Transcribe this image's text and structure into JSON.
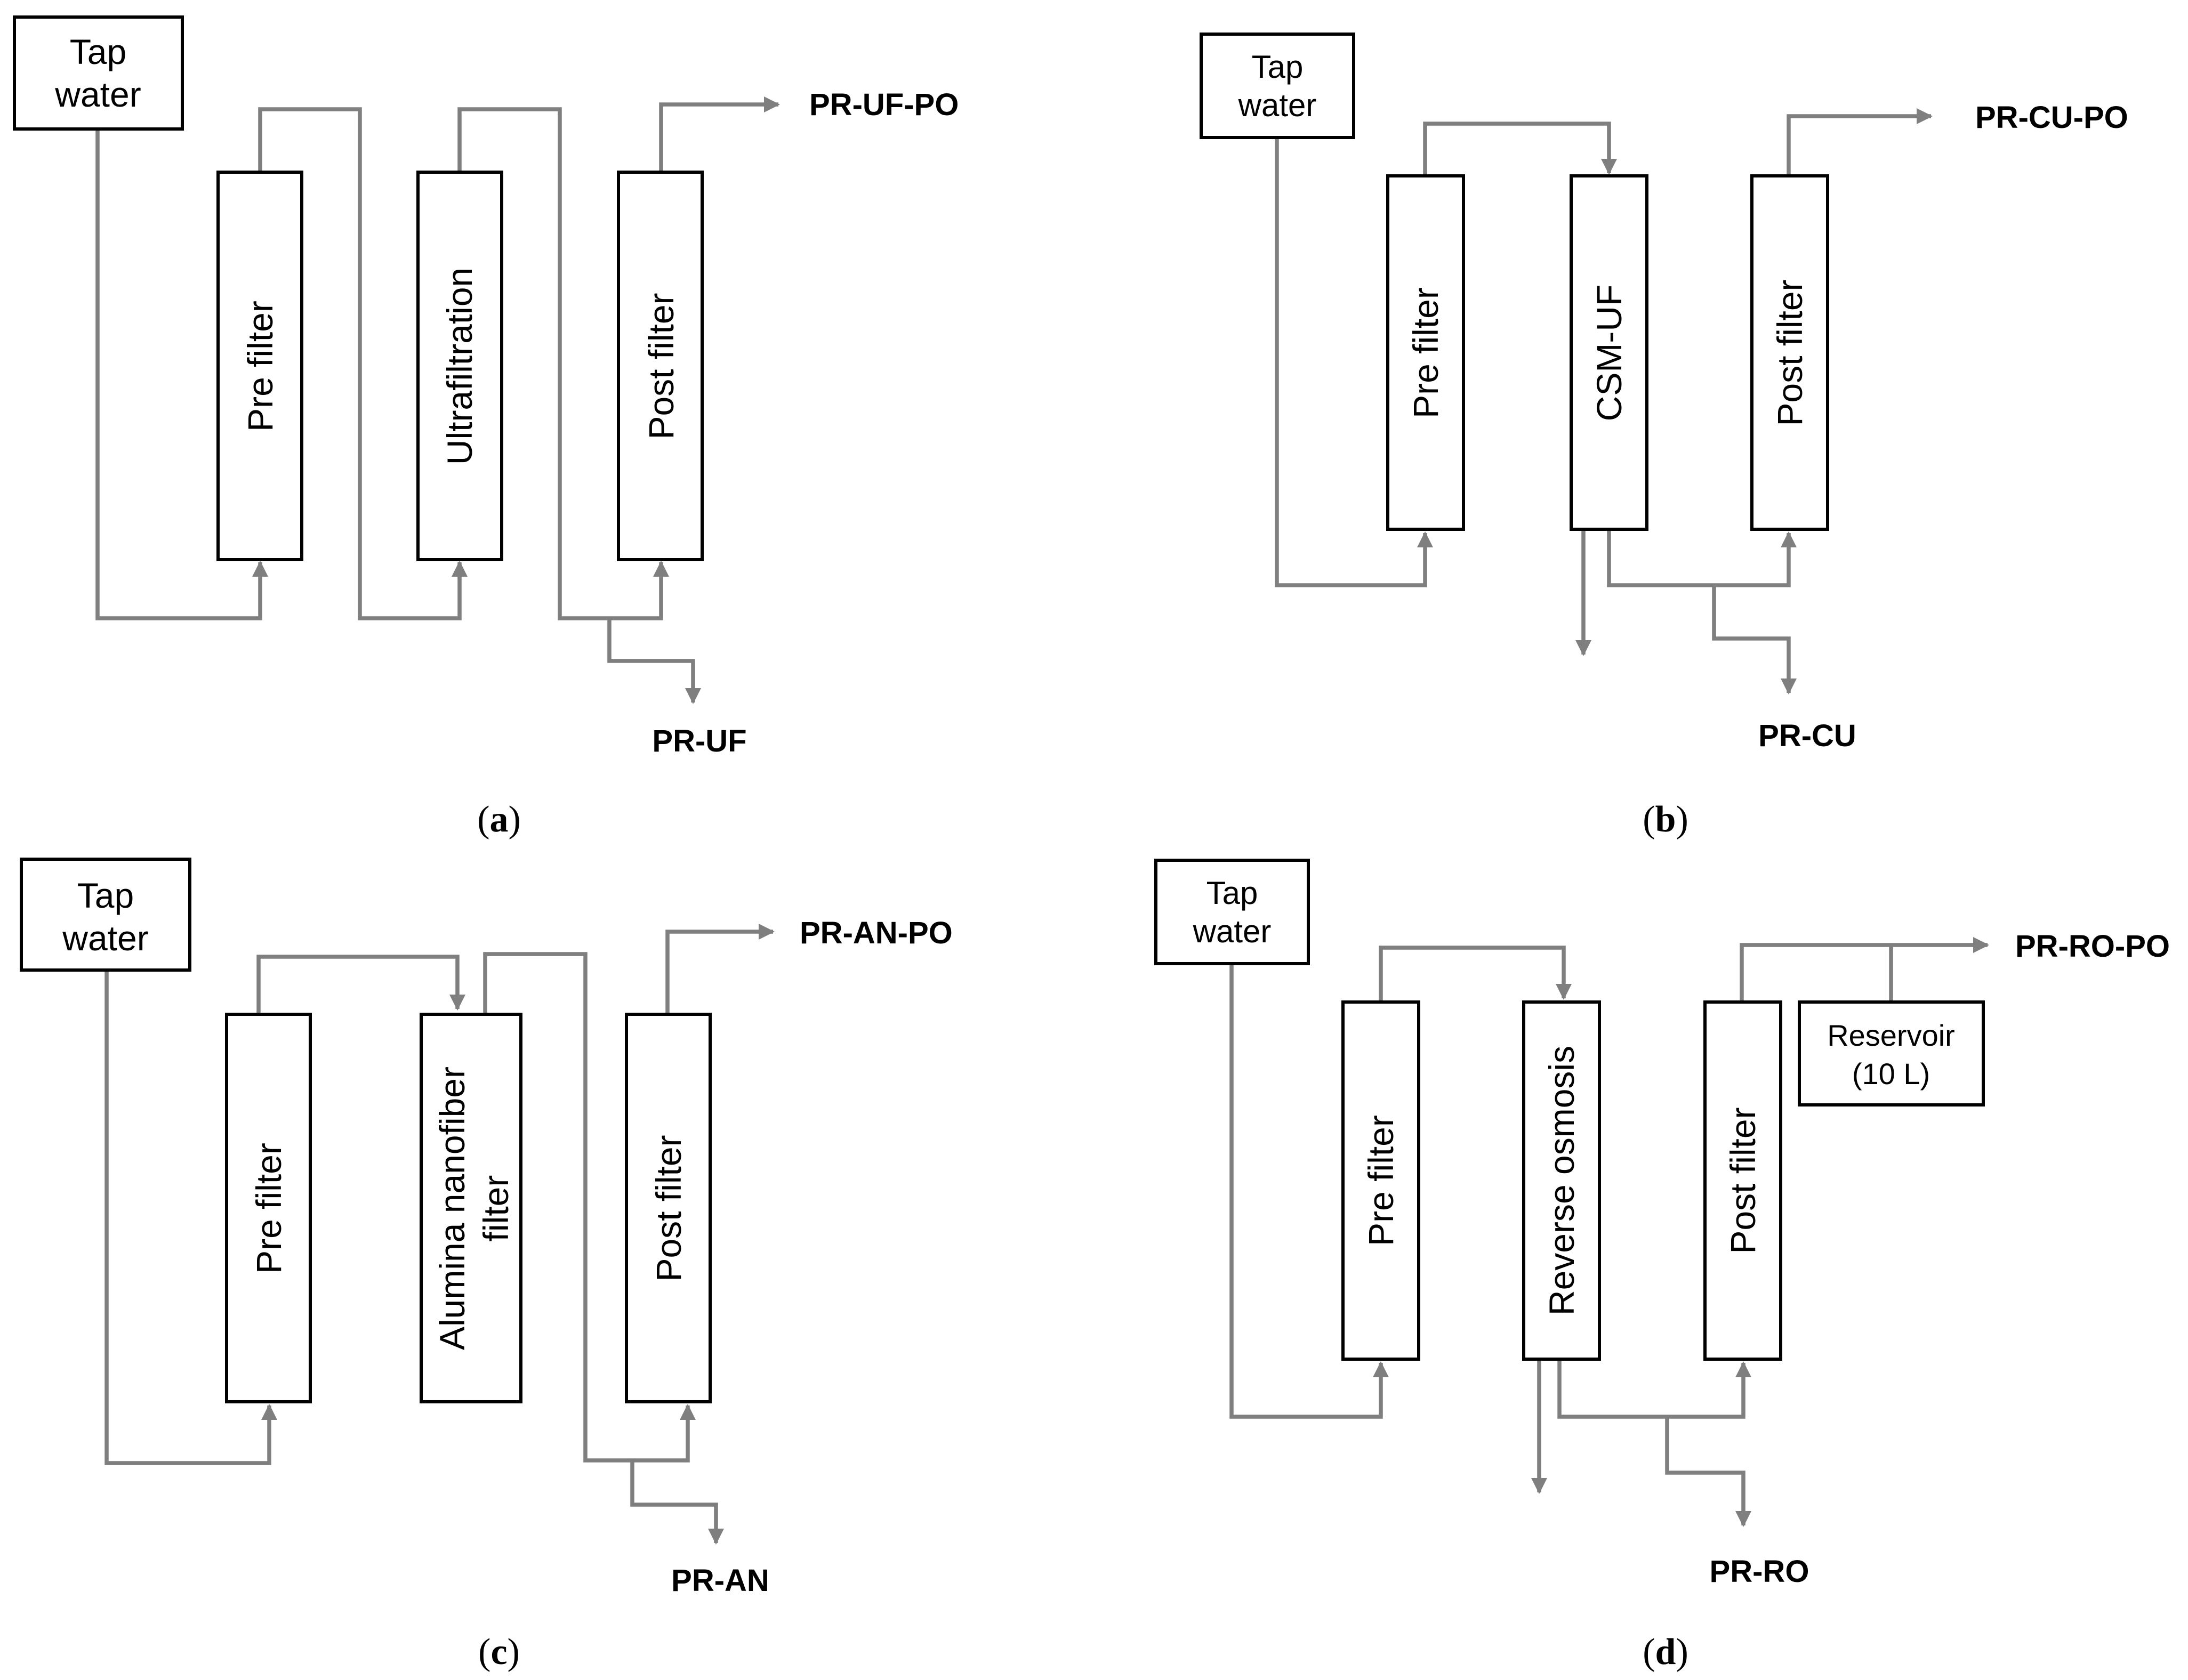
{
  "panels": {
    "a": {
      "caption_letter": "a",
      "tap_line1": "Tap",
      "tap_line2": "water",
      "col1": "Pre filter",
      "col2": "Ultrafiltration",
      "col3": "Post filter",
      "out_top": "PR-UF-PO",
      "out_bottom": "PR-UF"
    },
    "b": {
      "caption_letter": "b",
      "tap_line1": "Tap",
      "tap_line2": "water",
      "col1": "Pre filter",
      "col2": "CSM-UF",
      "col3": "Post filter",
      "out_top": "PR-CU-PO",
      "out_bottom": "PR-CU"
    },
    "c": {
      "caption_letter": "c",
      "tap_line1": "Tap",
      "tap_line2": "water",
      "col1": "Pre filter",
      "col2_line1": "Alumina nanofiber",
      "col2_line2": "filter",
      "col3": "Post filter",
      "out_top": "PR-AN-PO",
      "out_bottom": "PR-AN"
    },
    "d": {
      "caption_letter": "d",
      "tap_line1": "Tap",
      "tap_line2": "water",
      "col1": "Pre filter",
      "col2": "Reverse osmosis",
      "col3": "Post filter",
      "reservoir_line1": "Reservoir",
      "reservoir_line2": "(10 L)",
      "out_top": "PR-RO-PO",
      "out_bottom": "PR-RO"
    }
  },
  "colors": {
    "flow_line": "#7f7f7f",
    "box_stroke": "#000000"
  }
}
